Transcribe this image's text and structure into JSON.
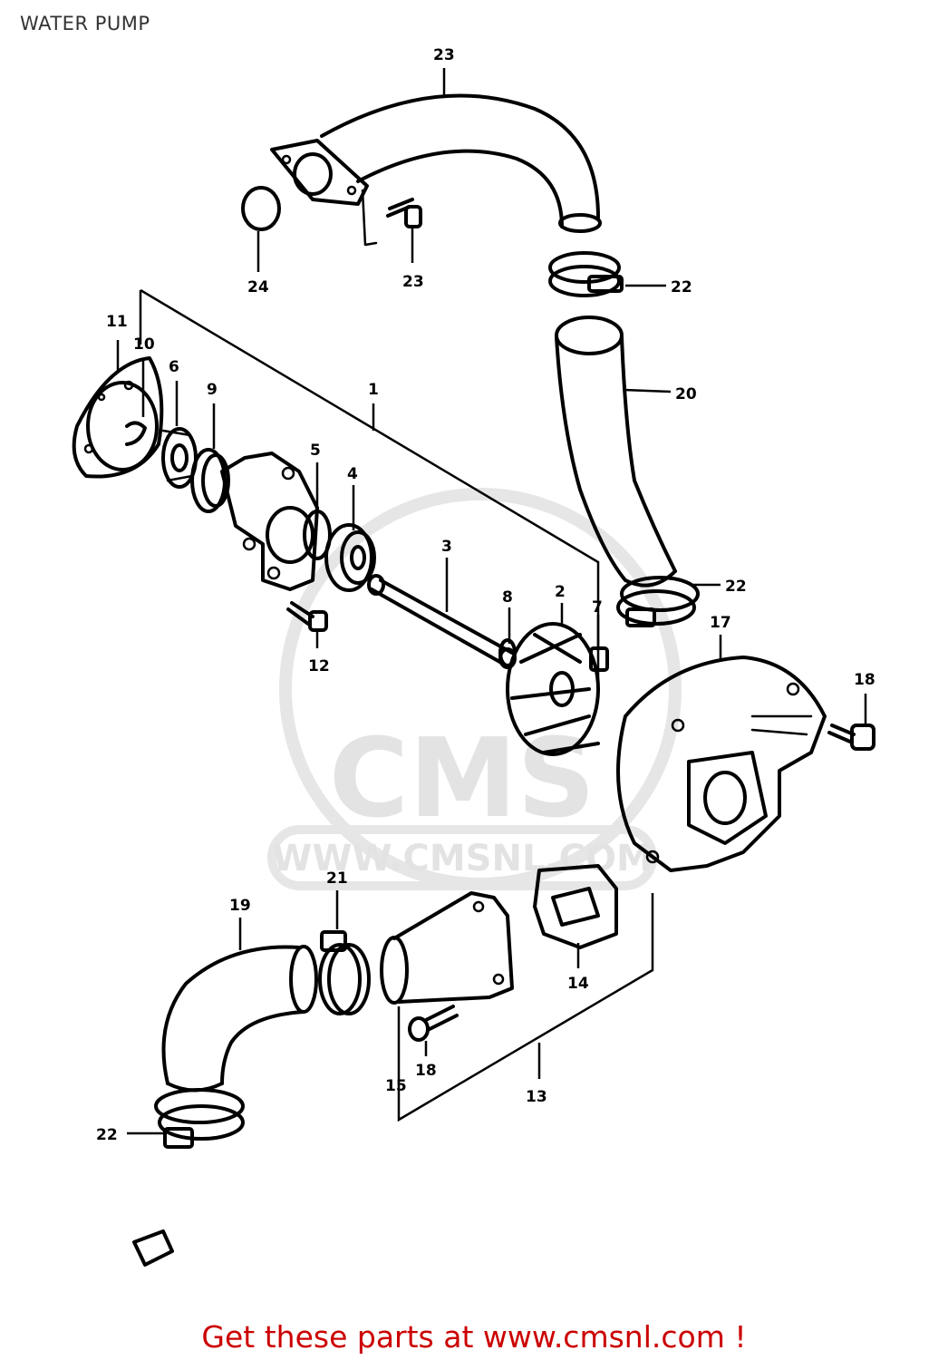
{
  "title": "WATER PUMP",
  "footer": "Get these parts at www.cmsnl.com !",
  "watermark": {
    "logo": "CMS",
    "url": "WWW.CMSNL.COM"
  },
  "callouts": [
    "1",
    "2",
    "3",
    "4",
    "5",
    "6",
    "7",
    "8",
    "9",
    "10",
    "11",
    "12",
    "13",
    "14",
    "15",
    "17",
    "18",
    "18",
    "19",
    "20",
    "21",
    "22",
    "22",
    "22",
    "23",
    "23",
    "24"
  ],
  "colors": {
    "footer_text": "#cc0000",
    "line_art": "#000000",
    "watermark": "#e3e3e3"
  }
}
